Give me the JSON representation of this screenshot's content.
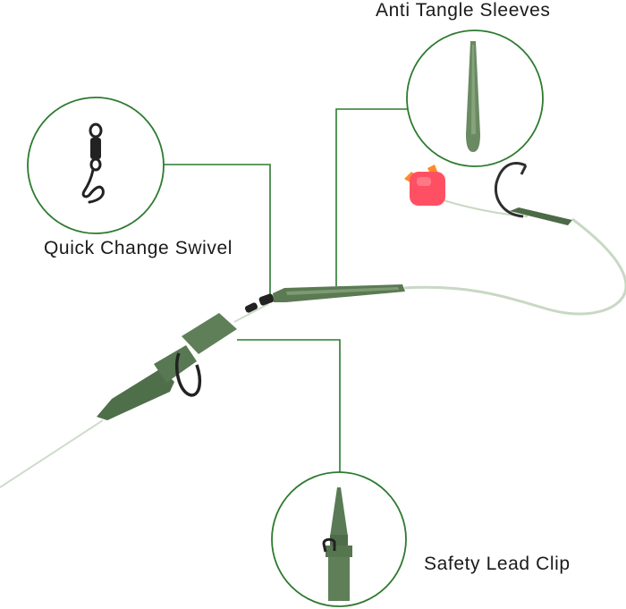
{
  "labels": {
    "anti_tangle_sleeves": "Anti Tangle Sleeves",
    "quick_change_swivel": "Quick Change Swivel",
    "safety_lead_clip": "Safety Lead Clip"
  },
  "colors": {
    "callout_green": "#2d7a2f",
    "component_green": "#5a7a55",
    "component_green_dark": "#3f5a3c",
    "line": "#c8d8c4",
    "bait_red": "#ff4f5e",
    "bait_orange": "#ff8a2a",
    "hook": "#2e2e2e"
  },
  "icons": [
    "swivel-icon",
    "sleeve-icon",
    "lead-clip-icon",
    "hook-icon",
    "bait-icon"
  ]
}
